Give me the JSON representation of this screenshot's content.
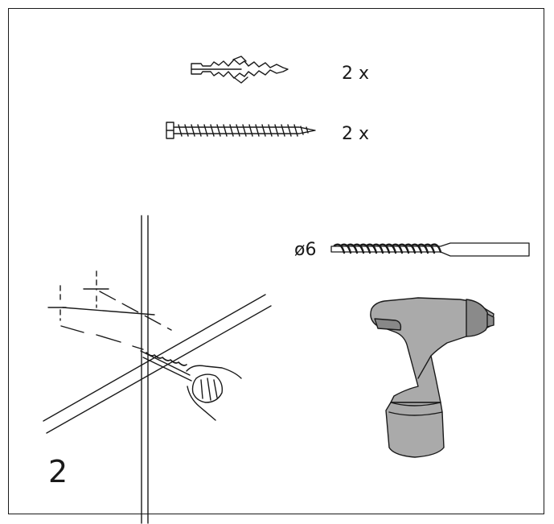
{
  "parts": [
    {
      "name": "wall-plug",
      "quantity_label": "2 x"
    },
    {
      "name": "screw",
      "quantity_label": "2 x"
    }
  ],
  "drill_bit": {
    "diameter_label": "ø6"
  },
  "step_number": "2",
  "colors": {
    "line": "#1a1a1a",
    "drill_body": "#aaaaaa",
    "drill_dark": "#8a8a8a"
  }
}
